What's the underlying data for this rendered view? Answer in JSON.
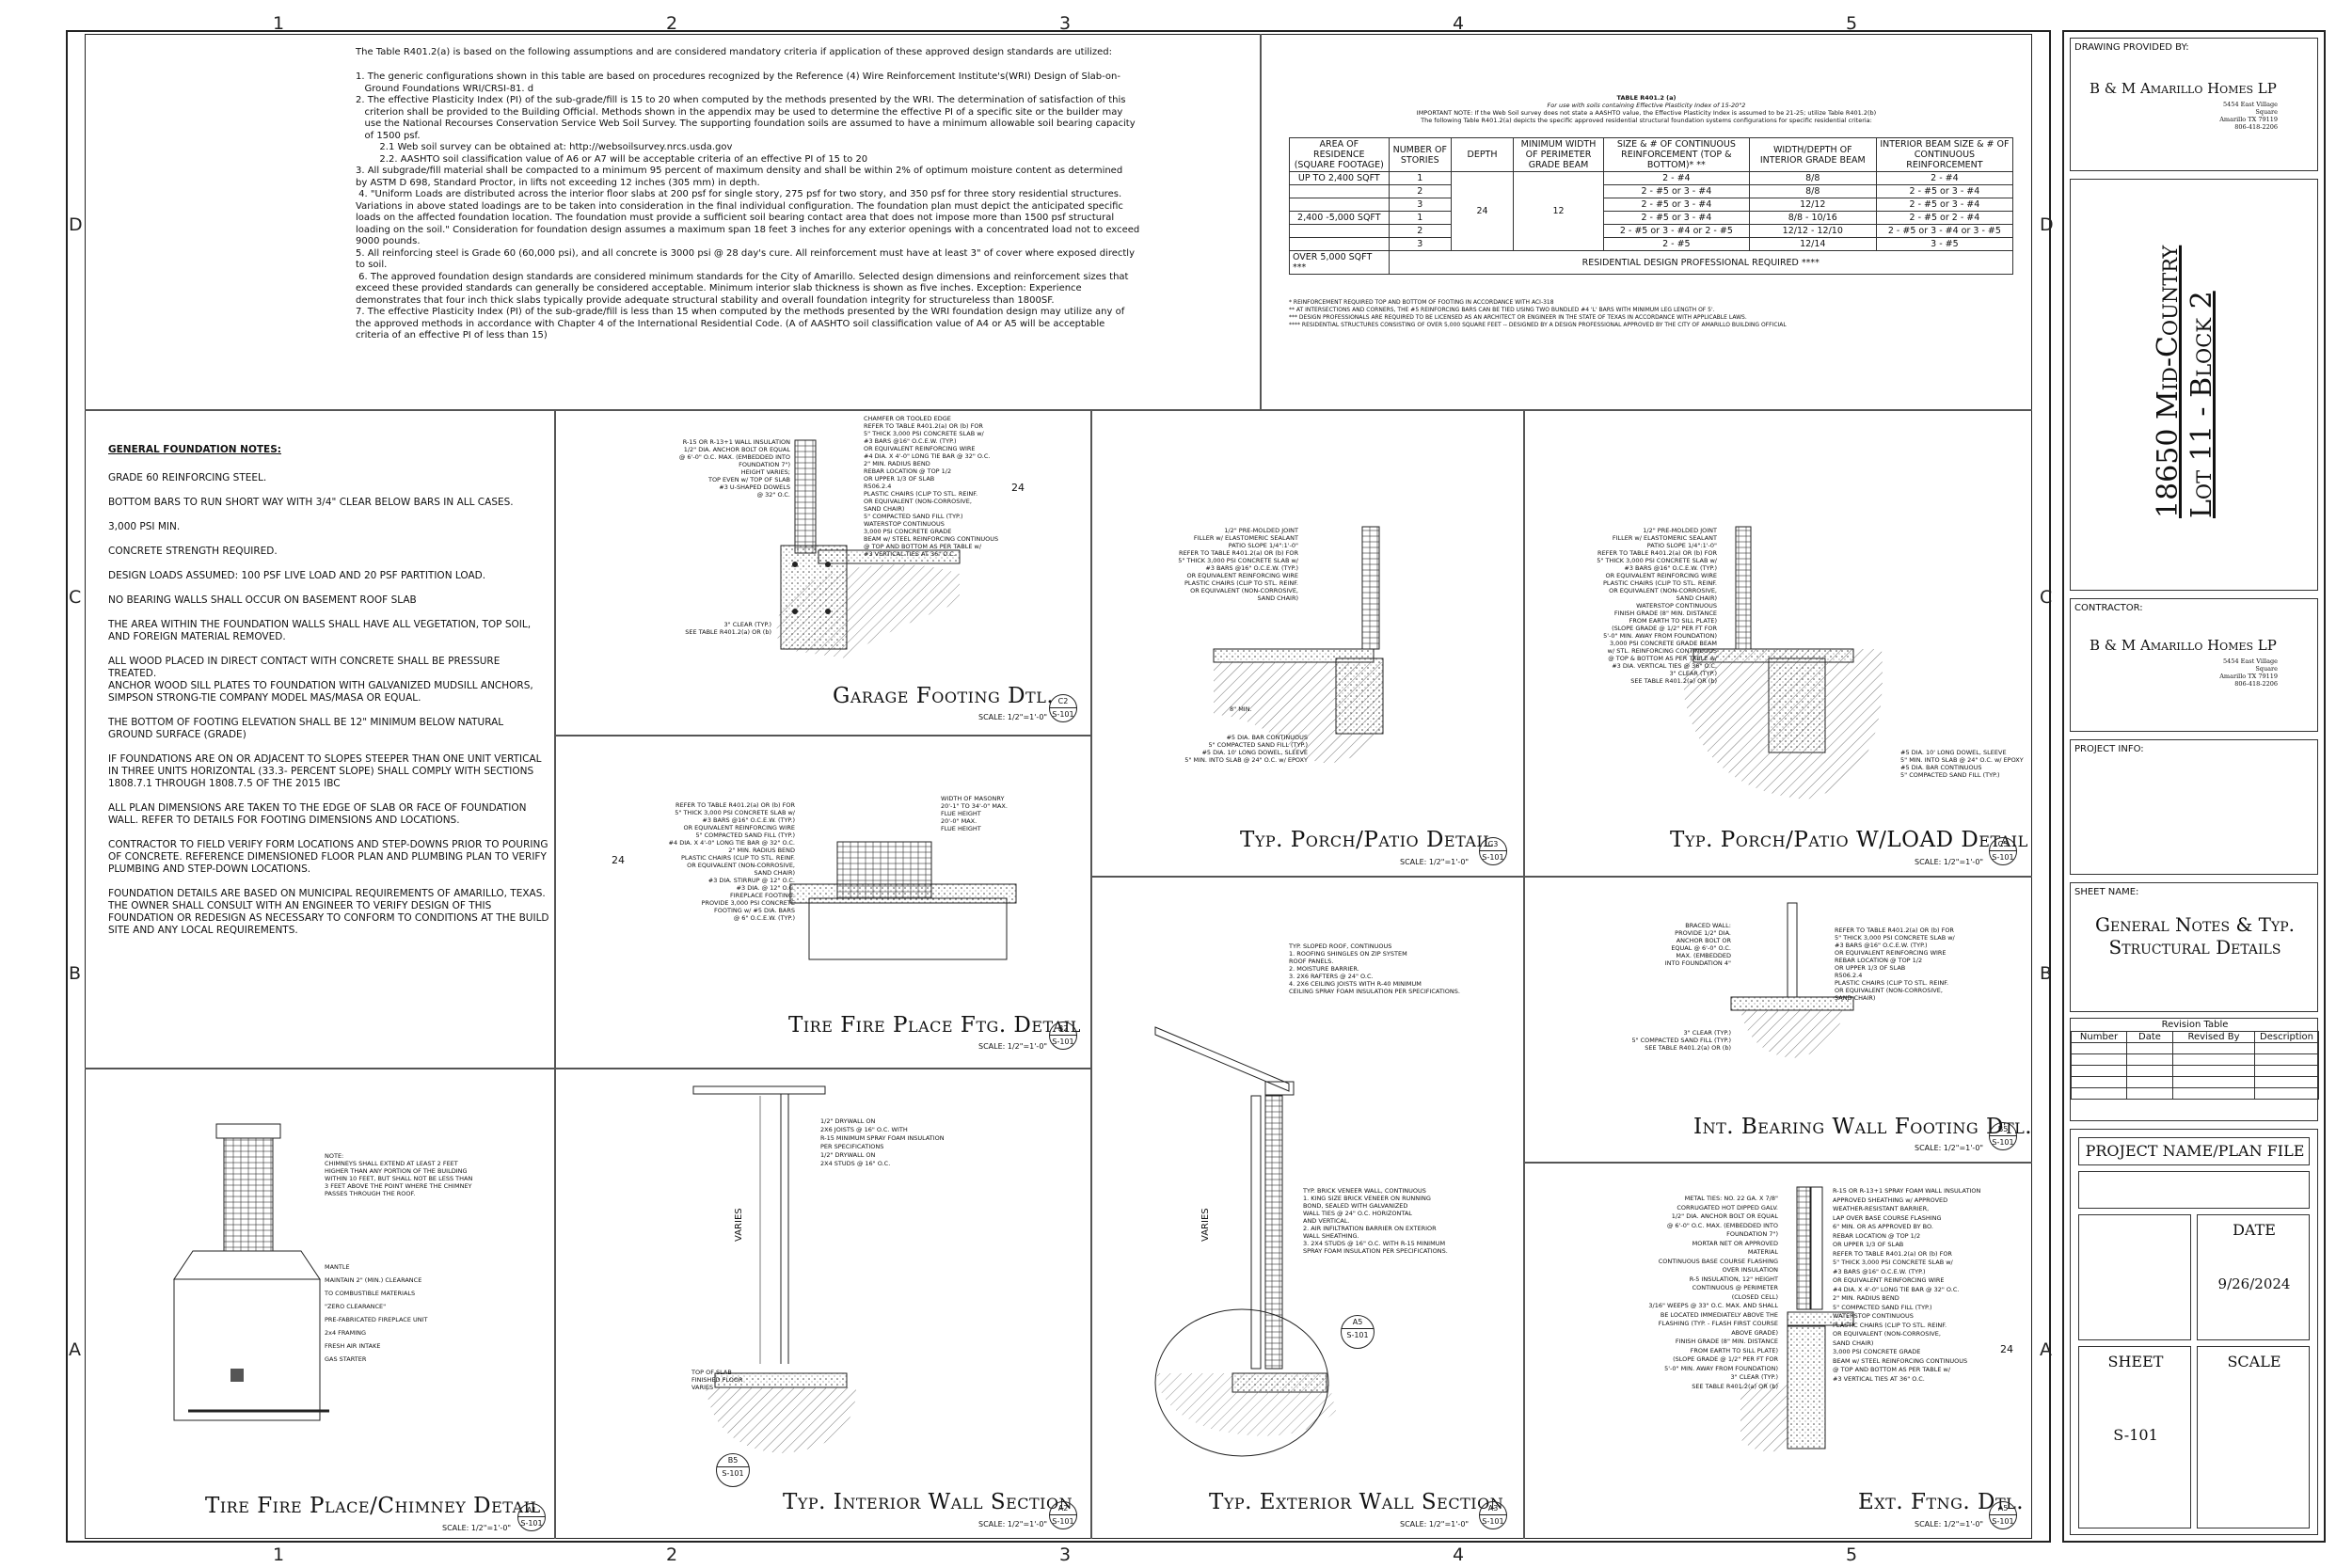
{
  "grid": {
    "columns": [
      "1",
      "2",
      "3",
      "4",
      "5"
    ],
    "rows": [
      "D",
      "C",
      "B",
      "A"
    ]
  },
  "intro_notes": [
    "The Table R401.2(a) is based on the following assumptions and are considered mandatory criteria if application of these approved design standards are utilized:",
    "1. The generic configurations shown in this table are based on procedures recognized by the Reference (4) Wire Reinforcement Institute's(WRI) Design of Slab-on-",
    "   Ground Foundations WRI/CRSI-81. d",
    "2. The effective Plasticity Index (PI) of the sub-grade/fill is 15 to 20 when computed by the methods presented by the WRI. The determination of satisfaction of this",
    "   criterion shall be provided to the Building Official. Methods shown in the appendix may be used to determine the effective PI of a specific site or the builder may",
    "   use the National Recourses Conservation Service Web Soil Survey. The supporting foundation soils are assumed to have a minimum allowable soil bearing capacity",
    "   of 1500 psf.",
    "        2.1 Web soil survey can be obtained at: http://websoilsurvey.nrcs.usda.gov",
    "        2.2. AASHTO soil classification value of A6 or A7 will be acceptable criteria of an effective PI of 15 to 20",
    "3. All subgrade/fill material shall be compacted to a minimum 95 percent of maximum density and shall be within 2% of optimum moisture content as determined",
    "by ASTM D 698, Standard Proctor, in lifts not exceeding 12 inches (305 mm) in depth.",
    " 4. \"Uniform Loads are distributed across the interior floor slabs at 200 psf for single story, 275 psf for two story, and 350 psf for three story residential structures.",
    "Variations in above stated loadings are to be taken into consideration in the final individual configuration. The foundation plan must depict the anticipated specific",
    "loads on the affected foundation location. The foundation must provide a sufficient soil bearing contact area that does not impose more than 1500 psf structural",
    "loading on the soil.\" Consideration for foundation design assumes a maximum span 18 feet 3 inches for any exterior openings with a concentrated load not to exceed",
    "9000 pounds.",
    "5. All reinforcing steel is Grade 60 (60,000 psi), and all concrete is 3000 psi @ 28 day's cure. All reinforcement must have at least 3\" of cover where exposed directly",
    "to soil.",
    " 6. The approved foundation design standards are considered minimum standards for the City of Amarillo. Selected design dimensions and reinforcement sizes that",
    "exceed these provided standards can generally be considered acceptable. Minimum interior slab thickness is shown as five inches. Exception: Experience",
    "demonstrates that four inch thick slabs typically provide adequate structural stability and overall foundation integrity for structureless than 1800SF.",
    "7. The effective Plasticity Index (PI) of the sub-grade/fill is less than 15 when computed by the methods presented by the WRI foundation design may utilize any of",
    "the approved methods in accordance with Chapter 4 of the International Residential Code. (A of AASHTO soil classification value of A4 or A5 will be acceptable",
    "criteria of an effective PI of less than 15)"
  ],
  "table": {
    "title": "TABLE R401.2 (a)",
    "subtitle": "For use with soils containing Effective Plasticity Index of 15-20\"2",
    "important_note": "IMPORTANT NOTE: If the Web Soil survey does not state a AASHTO value, the Effective Plasticity Index is assumed to be 21-25; utilize Table R401.2(b)",
    "depicts_note": "The following Table R401.2(a) depicts the specific approved residential structural foundation systems configurations for specific residential criteria:",
    "headers": [
      "AREA OF RESIDENCE (SQUARE FOOTAGE)",
      "NUMBER OF STORIES",
      "DEPTH",
      "MINIMUM WIDTH OF PERIMETER GRADE BEAM",
      "SIZE & # OF CONTINUOUS REINFORCEMENT (TOP & BOTTOM)* **",
      "WIDTH/DEPTH OF INTERIOR GRADE BEAM",
      "INTERIOR BEAM SIZE & # OF CONTINUOUS REINFORCEMENT"
    ],
    "rows": [
      {
        "area": "UP TO 2,400 SQFT",
        "stories": "1",
        "cont": "2 - #4",
        "interior": "8/8",
        "int_reinf": "2 - #4"
      },
      {
        "area": "",
        "stories": "2",
        "cont": "2 - #5 or 3 - #4",
        "interior": "8/8",
        "int_reinf": "2 - #5 or 3 - #4"
      },
      {
        "area": "",
        "stories": "3",
        "cont": "2 - #5 or 3 - #4",
        "interior": "12/12",
        "int_reinf": "2 - #5 or 3 - #4"
      },
      {
        "area": "2,400 -5,000 SQFT",
        "stories": "1",
        "cont": "2 - #5 or 3 - #4",
        "interior": "8/8 - 10/16",
        "int_reinf": "2 - #5 or 2 - #4"
      },
      {
        "area": "",
        "stories": "2",
        "cont": "2 - #5 or 3 - #4 or 2 - #5",
        "interior": "12/12 - 12/10",
        "int_reinf": "2 - #5 or 3 - #4 or 3 - #5"
      },
      {
        "area": "",
        "stories": "3",
        "cont": "2 - #5",
        "interior": "12/14",
        "int_reinf": "3 - #5"
      }
    ],
    "depth": "24",
    "min_width": "12",
    "over_row_area": "OVER 5,000 SQFT ***",
    "over_row_text": "RESIDENTIAL DESIGN PROFESSIONAL REQUIRED ****",
    "footnotes": [
      "* REINFORCEMENT REQUIRED TOP AND BOTTOM OF FOOTING IN ACCORDANCE WITH ACI-318",
      "** AT INTERSECTIONS AND CORNERS, THE #5 REINFORCING BARS CAN BE TIED USING TWO BUNDLED #4 'L' BARS WITH MINIMUM LEG LENGTH OF 5'.",
      "*** DESIGN PROFESSIONALS ARE REQUIRED TO BE LICENSED AS AN ARCHITECT OR ENGINEER IN THE STATE OF TEXAS IN ACCORDANCE WITH APPLICABLE LAWS.",
      "**** RESIDENTIAL STRUCTURES CONSISTING OF OVER 5,000 SQUARE FEET -- DESIGNED BY A DESIGN PROFESSIONAL APPROVED BY THE CITY OF AMARILLO BUILDING OFFICIAL"
    ]
  },
  "general_notes": {
    "heading": "GENERAL FOUNDATION NOTES:",
    "items": [
      "GRADE 60 REINFORCING STEEL.",
      "BOTTOM BARS TO RUN SHORT WAY WITH 3/4\" CLEAR BELOW BARS IN ALL CASES.",
      "3,000 PSI MIN.",
      "CONCRETE STRENGTH REQUIRED.",
      " DESIGN LOADS ASSUMED: 100 PSF LIVE LOAD AND 20 PSF PARTITION LOAD.",
      "NO BEARING WALLS SHALL OCCUR ON BASEMENT ROOF SLAB",
      "THE AREA WITHIN THE FOUNDATION WALLS SHALL HAVE ALL VEGETATION, TOP SOIL, AND FOREIGN MATERIAL REMOVED.",
      "ALL WOOD PLACED IN DIRECT CONTACT WITH CONCRETE SHALL BE PRESSURE TREATED.",
      "ANCHOR WOOD SILL PLATES TO FOUNDATION WITH GALVANIZED MUDSILL ANCHORS, SIMPSON STRONG-TIE COMPANY MODEL MAS/MASA OR EQUAL.",
      "THE BOTTOM OF FOOTING ELEVATION SHALL BE 12\" MINIMUM BELOW NATURAL GROUND SURFACE (GRADE)",
      "IF FOUNDATIONS ARE ON OR ADJACENT TO SLOPES STEEPER THAN ONE UNIT VERTICAL IN THREE UNITS HORIZONTAL (33.3- PERCENT SLOPE) SHALL COMPLY WITH SECTIONS 1808.7.1 THROUGH 1808.7.5 OF THE 2015 IBC",
      "ALL PLAN DIMENSIONS ARE TAKEN TO THE EDGE OF SLAB OR FACE OF FOUNDATION WALL. REFER TO DETAILS FOR FOOTING DIMENSIONS AND LOCATIONS.",
      "CONTRACTOR TO FIELD VERIFY FORM LOCATIONS AND STEP-DOWNS PRIOR TO POURING OF CONCRETE. REFERENCE DIMENSIONED FLOOR PLAN AND PLUMBING PLAN TO VERIFY PLUMBING AND STEP-DOWN LOCATIONS.",
      "FOUNDATION DETAILS ARE BASED ON MUNICIPAL REQUIREMENTS OF AMARILLO, TEXAS. THE OWNER SHALL CONSULT WITH AN ENGINEER TO VERIFY DESIGN OF THIS FOUNDATION OR REDESIGN AS NECESSARY TO CONFORM TO CONDITIONS AT THE BUILD SITE AND ANY LOCAL REQUIREMENTS."
    ]
  },
  "details": {
    "garage": {
      "title": "Garage Footing Dtl.",
      "scale": "SCALE: 1/2\"=1'-0\"",
      "tag_top": "C2",
      "tag_bottom": "S-101"
    },
    "porch": {
      "title": "Typ. Porch/Patio Detail",
      "scale": "SCALE: 1/2\"=1'-0\"",
      "tag_top": "C3",
      "tag_bottom": "S-101"
    },
    "porch_load": {
      "title": "Typ. Porch/Patio W/LOAD Detail",
      "scale": "SCALE: 1/2\"=1'-0\"",
      "tag_top": "C5",
      "tag_bottom": "S-101"
    },
    "tire_ftg": {
      "title": "Tire Fire Place Ftg. Detail",
      "scale": "SCALE: 1/2\"=1'-0\"",
      "tag_top": "B2",
      "tag_bottom": "S-101"
    },
    "int_bearing": {
      "title": "Int. Bearing Wall Footing Dtl.",
      "scale": "SCALE: 1/2\"=1'-0\"",
      "tag_top": "B5",
      "tag_bottom": "S-101"
    },
    "chimney": {
      "title": "Tire Fire Place/Chimney Detail",
      "scale": "SCALE: 1/2\"=1'-0\"",
      "tag_top": "A1",
      "tag_bottom": "S-101"
    },
    "int_wall": {
      "title": "Typ. Interior Wall Section",
      "scale": "SCALE: 1/2\"=1'-0\"",
      "tag_top": "A2",
      "tag_bottom": "S-101"
    },
    "ext_wall": {
      "title": "Typ. Exterior Wall Section",
      "scale": "SCALE: 1/2\"=1'-0\"",
      "tag_top": "A3",
      "tag_bottom": "S-101"
    },
    "ext_ftg": {
      "title": "Ext. Ftng. Dtl.",
      "scale": "SCALE: 1/2\"=1'-0\"",
      "tag_top": "A5",
      "tag_bottom": "S-101"
    }
  },
  "callouts": {
    "garage": "R-15 OR R-13+1 WALL INSULATION\n1/2\" DIA. ANCHOR BOLT OR EQUAL\n@ 6'-0\" O.C. MAX. (EMBEDDED INTO\nFOUNDATION 7\")\nHEIGHT VARIES;\nTOP EVEN w/ TOP OF SLAB\n#3 U-SHAPED DOWELS\n@ 32\" O.C.",
    "garage_r": "CHAMFER OR TOOLED EDGE\nREFER TO TABLE R401.2(a) OR (b) FOR\n5\" THICK 3,000 PSI CONCRETE SLAB w/\n#3 BARS @16\" O.C.E.W. (TYP.)\nOR EQUIVALENT REINFORCING WIRE\n#4 DIA. X 4'-0\" LONG TIE BAR @ 32\" O.C.\n2\" MIN. RADIUS BEND\nREBAR LOCATION @ TOP 1/2\nOR UPPER 1/3 OF SLAB\nR506.2.4\nPLASTIC CHAIRS (CLIP TO STL. REINF.\nOR EQUIVALENT (NON-CORROSIVE,\nSAND CHAIR)\n5\" COMPACTED SAND FILL (TYP.)\nWATERSTOP CONTINUOUS\n3,000 PSI CONCRETE GRADE\nBEAM w/ STEEL REINFORCING CONTINUOUS\n@ TOP AND BOTTOM AS PER TABLE w/\n#3 VERTICAL TIES AT 36\" O.C.",
    "garage_b": "3\" CLEAR (TYP.)\nSEE TABLE R401.2(a) OR (b)",
    "porch": "1/2\" PRE-MOLDED JOINT\nFILLER w/ ELASTOMERIC SEALANT\nPATIO SLOPE 1/4\":1'-0\"\nREFER TO TABLE R401.2(a) OR (b) FOR\n5\" THICK 3,000 PSI CONCRETE SLAB w/\n#3 BARS @16\" O.C.E.W. (TYP.)\nOR EQUIVALENT REINFORCING WIRE\nPLASTIC CHAIRS (CLIP TO STL. REINF.\nOR EQUIVALENT (NON-CORROSIVE,\nSAND CHAIR)",
    "porch_b": "#5 DIA. BAR CONTINUOUS\n5\" COMPACTED SAND FILL (TYP.)\n#5 DIA. 10' LONG DOWEL, SLEEVE\n5\" MIN. INTO SLAB @ 24\" O.C. w/ EPOXY",
    "porch_load": "1/2\" PRE-MOLDED JOINT\nFILLER w/ ELASTOMERIC SEALANT\nPATIO SLOPE 1/4\":1'-0\"\nREFER TO TABLE R401.2(a) OR (b) FOR\n5\" THICK 3,000 PSI CONCRETE SLAB w/\n#3 BARS @16\" O.C.E.W. (TYP.)\nOR EQUIVALENT REINFORCING WIRE\nPLASTIC CHAIRS (CLIP TO STL. REINF.\nOR EQUIVALENT (NON-CORROSIVE,\nSAND CHAIR)\nWATERSTOP CONTINUOUS\nFINISH GRADE (8\" MIN. DISTANCE\nFROM EARTH TO SILL PLATE)\n(SLOPE GRADE @ 1/2\" PER FT FOR\n5'-0\" MIN. AWAY FROM FOUNDATION)\n3,000 PSI CONCRETE GRADE BEAM\nw/ STL. REINFORCING CONTINUOUS\n@ TOP & BOTTOM AS PER TABLE w/\n#3 DIA. VERTICAL TIES @ 36\" O.C.\n3\" CLEAR (TYP.)\nSEE TABLE R401.2(a) OR (b)",
    "porch_load_r": "#5 DIA. 10' LONG DOWEL, SLEEVE\n5\" MIN. INTO SLAB @ 24\" O.C. w/ EPOXY\n#5 DIA. BAR CONTINUOUS\n5\" COMPACTED SAND FILL (TYP.)",
    "tire_ftg": "REFER TO TABLE R401.2(a) OR (b) FOR\n5\" THICK 3,000 PSI CONCRETE SLAB w/\n#3 BARS @16\" O.C.E.W. (TYP.)\nOR EQUIVALENT REINFORCING WIRE\n5\" COMPACTED SAND FILL (TYP.)\n#4 DIA. X 4'-0\" LONG TIE BAR @ 32\" O.C.\n2\" MIN. RADIUS BEND\nPLASTIC CHAIRS (CLIP TO STL. REINF.\nOR EQUIVALENT (NON-CORROSIVE,\nSAND CHAIR)\n#3 DIA. STIRRUP @ 12\" O.C.\n#3 DIA. @ 12\" O.C.\nFIREPLACE FOOTING:\nPROVIDE 3,000 PSI CONCRETE\nFOOTING w/ #5 DIA. BARS\n@ 6\" O.C.E.W. (TYP.)",
    "tire_ftg_r": "WIDTH OF MASONRY\n20'-1\" TO 34'-0\" MAX.\nFLUE HEIGHT\n20'-0\" MAX.\nFLUE HEIGHT",
    "int_bearing": "BRACED WALL:\nPROVIDE 1/2\" DIA.\nANCHOR BOLT OR\nEQUAL @ 6'-0\" O.C.\nMAX. (EMBEDDED\nINTO FOUNDATION 4\"",
    "int_bearing_r": "REFER TO TABLE R401.2(a) OR (b) FOR\n5\" THICK 3,000 PSI CONCRETE SLAB w/\n#3 BARS @16\" O.C.E.W. (TYP.)\nOR EQUIVALENT REINFORCING WIRE\nREBAR LOCATION @ TOP 1/2\nOR UPPER 1/3 OF SLAB\nR506.2.4\nPLASTIC CHAIRS (CLIP TO STL. REINF.\nOR EQUIVALENT (NON-CORROSIVE,\nSAND CHAIR)",
    "int_bearing_l": "3\" CLEAR (TYP.)\n5\" COMPACTED SAND FILL (TYP.)\nSEE TABLE R401.2(a) OR (b)",
    "chimney": "NOTE:\nCHIMNEYS SHALL EXTEND AT LEAST 2 FEET\nHIGHER THAN ANY PORTION OF THE BUILDING\nWITHIN 10 FEET, BUT SHALL NOT BE LESS THAN\n3 FEET ABOVE THE POINT WHERE THE CHIMNEY\nPASSES THROUGH THE ROOF.",
    "chimney_2": "MANTLE\nMAINTAIN 2\" (MIN.) CLEARANCE\nTO COMBUSTIBLE MATERIALS\n\"ZERO CLEARANCE\"\nPRE-FABRICATED FIREPLACE UNIT\n2x4 FRAMING\nFRESH AIR INTAKE\nGAS STARTER",
    "int_wall": "1/2\" DRYWALL ON\n2X6 JOISTS @ 16\" O.C. WITH\nR-15 MINIMUM SPRAY FOAM INSULATION\nPER SPECIFICATIONS\n1/2\" DRYWALL ON\n2X4 STUDS @ 16\" O.C.",
    "int_wall_b": "TOP OF SLAB\nFINISHED FLOOR\nVARIES",
    "ext_wall": "TYP. SLOPED ROOF, CONTINUOUS\n1. ROOFING SHINGLES ON ZIP SYSTEM\nROOF PANELS.\n2. MOISTURE BARRIER.\n3. 2X6 RAFTERS @ 24\" O.C.\n4. 2X6 CEILING JOISTS WITH R-40 MINIMUM\nCEILING SPRAY FOAM INSULATION PER SPECIFICATIONS.",
    "ext_wall_2": "TYP. BRICK VENEER WALL, CONTINUOUS\n1. KING SIZE BRICK VENEER ON RUNNING\nBOND, SEALED WITH GALVANIZED\nWALL TIES @ 24\" O.C. HORIZONTAL\nAND VERTICAL.\n2. AIR INFILTRATION BARRIER ON EXTERIOR\nWALL SHEATHING.\n3. 2X4 STUDS @ 16\" O.C. WITH R-15 MINIMUM\nSPRAY FOAM INSULATION PER SPECIFICATIONS.",
    "ext_ftg_l": "METAL TIES: NO. 22 GA. X 7/8\"\nCORRUGATED HOT DIPPED GALV.\n1/2\" DIA. ANCHOR BOLT OR EQUAL\n@ 6'-0\" O.C. MAX. (EMBEDDED INTO\nFOUNDATION 7\")\nMORTAR NET OR APPROVED\nMATERIAL\nCONTINUOUS BASE COURSE FLASHING\nOVER INSULATION\nR-5 INSULATION, 12\" HEIGHT\nCONTINUOUS @ PERIMETER\n(CLOSED CELL)\n3/16\" WEEPS @ 33\" O.C. MAX. AND SHALL\nBE LOCATED IMMEDIATELY ABOVE THE\nFLASHING (TYP. - FLASH FIRST COURSE\nABOVE GRADE)\nFINISH GRADE (8\" MIN. DISTANCE\nFROM EARTH TO SILL PLATE)\n(SLOPE GRADE @ 1/2\" PER FT FOR\n5'-0\" MIN. AWAY FROM FOUNDATION)\n3\" CLEAR (TYP.)\nSEE TABLE R401.2(a) OR (b)",
    "ext_ftg_r": "R-15 OR R-13+1 SPRAY FOAM WALL INSULATION\nAPPROVED SHEATHING w/ APPROVED\nWEATHER-RESISTANT BARRIER,\nLAP OVER BASE COURSE FLASHING\n6\" MIN. OR AS APPROVED BY BO.\nREBAR LOCATION @ TOP 1/2\nOR UPPER 1/3 OF SLAB\nREFER TO TABLE R401.2(a) OR (b) FOR\n5\" THICK 3,000 PSI CONCRETE SLAB w/\n#3 BARS @16\" O.C.E.W. (TYP.)\nOR EQUIVALENT REINFORCING WIRE\n#4 DIA. X 4'-0\" LONG TIE BAR @ 32\" O.C.\n2\" MIN. RADIUS BEND\n5\" COMPACTED SAND FILL (TYP.)\nWATERSTOP CONTINUOUS\nPLASTIC CHAIRS (CLIP TO STL. REINF.\nOR EQUIVALENT (NON-CORROSIVE,\nSAND CHAIR)\n3,000 PSI CONCRETE GRADE\nBEAM w/ STEEL REINFORCING CONTINUOUS\n@ TOP AND BOTTOM AS PER TABLE w/\n#3 VERTICAL TIES AT 36\" O.C."
  },
  "section_tag": {
    "top": "A5",
    "bottom": "S-101"
  },
  "section_tag_b5": {
    "top": "B5",
    "bottom": "S-101"
  },
  "dims": {
    "d24": "24",
    "varies": "VARIES",
    "min8": "8\" MIN."
  },
  "title_block": {
    "drawing_provided_label": "DRAWING PROVIDED BY:",
    "firm": "B & M Amarillo Homes LP",
    "address1": "5454 East Village Square",
    "address2": "Amarillo TX  79119",
    "phone": "806-418-2206",
    "project_title_1": "18650 Mid-Country",
    "project_title_2": "Lot 11 - Block 2",
    "contractor_label": "CONTRACTOR:",
    "project_info_label": "PROJECT INFO:",
    "sheet_name_label": "SHEET NAME:",
    "sheet_name_1": "General Notes & Typ.",
    "sheet_name_2": "Structural Details",
    "revision_title": "Revision Table",
    "revision_headers": [
      "Number",
      "Date",
      "Revised By",
      "Description"
    ],
    "project_name_label": "PROJECT NAME/PLAN FILE",
    "date_label": "DATE",
    "date_value": "9/26/2024",
    "sheet_label": "SHEET",
    "scale_label": "SCALE",
    "sheet_value": "S-101"
  }
}
